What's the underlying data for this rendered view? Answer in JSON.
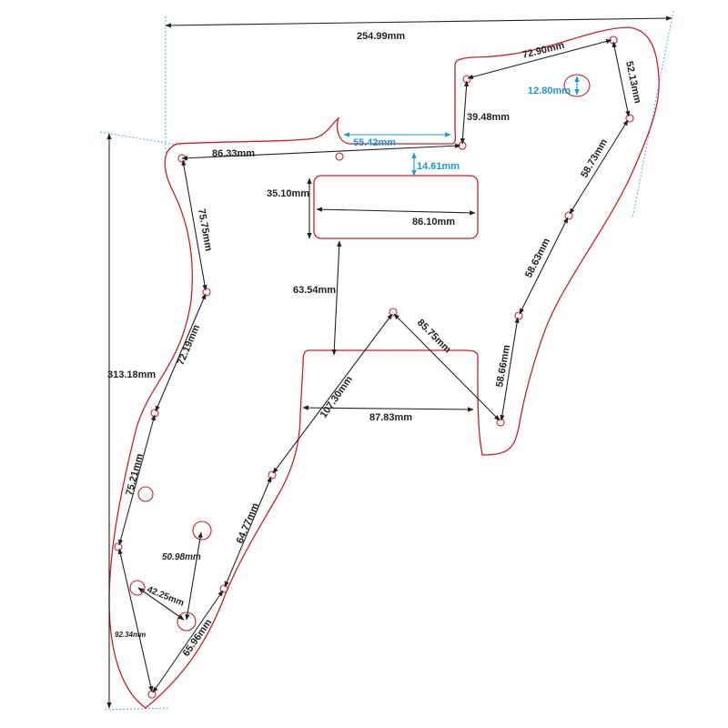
{
  "title": "Pickguard dimension drawing",
  "colors": {
    "outline": "#c8202a",
    "dimension": "#222222",
    "highlight": "#1a9ad6"
  },
  "dimensions": {
    "overall_width": "254.99mm",
    "overall_height": "313.18mm",
    "top_left_span": "86.33mm",
    "notch_width": "55.42mm",
    "step_height": "39.48mm",
    "top_right_span": "72.90mm",
    "right_top": "52.13mm",
    "jack_hole": "12.80mm",
    "pickup_gap": "14.61mm",
    "neck_pickup_height": "35.10mm",
    "neck_pickup_width": "86.10mm",
    "right_upper": "58.73mm",
    "right_middle": "58.63mm",
    "right_lower": "58.66mm",
    "left_upper": "75.75mm",
    "left_middle": "72.19mm",
    "left_lower": "75.21mm",
    "pickup_spacing": "63.54mm",
    "diagonal_short": "85.75mm",
    "diagonal_long": "107.30mm",
    "bridge_pickup_width": "87.83mm",
    "control_upper": "64.77mm",
    "control_lower": "65.96mm",
    "knob_vertical": "50.98mm",
    "knob_diagonal": "42.25mm",
    "bottom_left": "92.34mm"
  }
}
